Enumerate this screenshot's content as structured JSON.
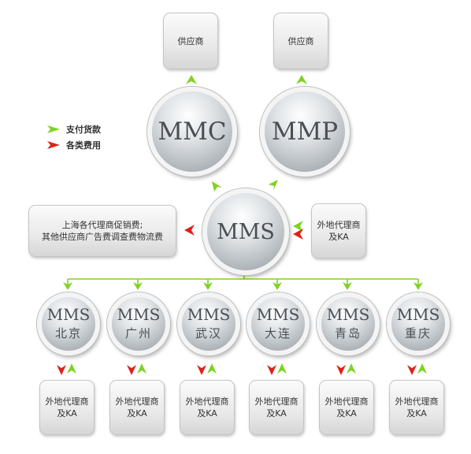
{
  "legend": {
    "green_label": "支付货款",
    "red_label": "各类费用",
    "green_color": "#7ed321",
    "red_color": "#e0201b"
  },
  "suppliers": [
    {
      "label": "供应商"
    },
    {
      "label": "供应商"
    }
  ],
  "top_nodes": [
    {
      "label": "MMC"
    },
    {
      "label": "MMP"
    }
  ],
  "center": {
    "label": "MMS"
  },
  "left_box": {
    "line1": "上海各代理商促销费;",
    "line2": "其他供应商广告费调查费物流费"
  },
  "right_box": {
    "line1": "外地代理商",
    "line2": "及KA"
  },
  "branches": [
    {
      "title": "MMS",
      "city": "北京",
      "box_line1": "外地代理商",
      "box_line2": "及KA"
    },
    {
      "title": "MMS",
      "city": "广州",
      "box_line1": "外地代理商",
      "box_line2": "及KA"
    },
    {
      "title": "MMS",
      "city": "武汉",
      "box_line1": "外地代理商",
      "box_line2": "及KA"
    },
    {
      "title": "MMS",
      "city": "大连",
      "box_line1": "外地代理商",
      "box_line2": "及KA"
    },
    {
      "title": "MMS",
      "city": "青岛",
      "box_line1": "外地代理商",
      "box_line2": "及KA"
    },
    {
      "title": "MMS",
      "city": "重庆",
      "box_line1": "外地代理商",
      "box_line2": "及KA"
    }
  ]
}
